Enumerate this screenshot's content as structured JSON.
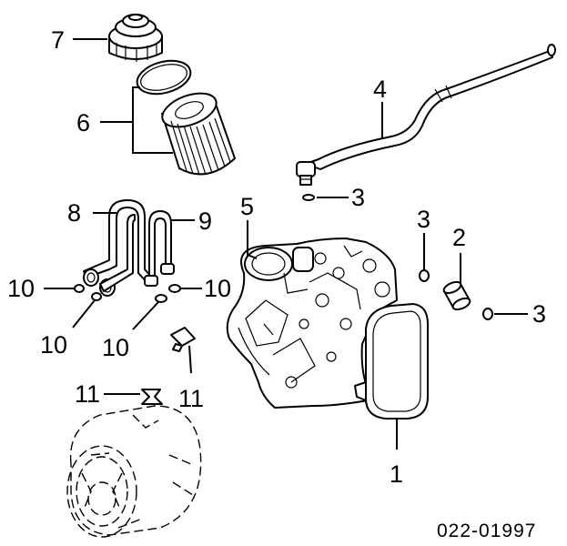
{
  "callouts": {
    "c7": "7",
    "c6": "6",
    "c4": "4",
    "c3a": "3",
    "c5": "5",
    "c3b": "3",
    "c2": "2",
    "c3c": "3",
    "c8": "8",
    "c9": "9",
    "c10a": "10",
    "c10b": "10",
    "c10c": "10",
    "c10d": "10",
    "c11a": "11",
    "c11b": "11",
    "c1": "1"
  },
  "diagram_code": "022-01997",
  "colors": {
    "ink": "#000000",
    "paper": "#ffffff"
  }
}
